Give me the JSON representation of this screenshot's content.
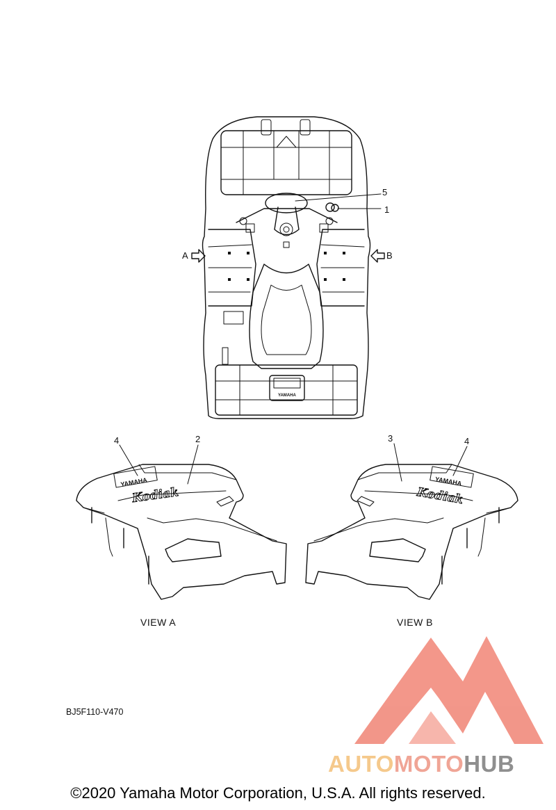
{
  "callouts": {
    "c1": "1",
    "c2": "2",
    "c3": "3",
    "c4a": "4",
    "c4b": "4",
    "c5": "5"
  },
  "arrows": {
    "a": "A",
    "b": "B"
  },
  "views": {
    "view_a": "VIEW A",
    "view_b": "VIEW B"
  },
  "decals": {
    "brand_left": "YAMAHA",
    "brand_right": "YAMAHA",
    "model_left": "Kodiak",
    "model_right": "Kodiak",
    "rear_brand": "YAMAHA"
  },
  "drawing_code": "BJ5F110-V470",
  "watermark": {
    "auto": "AUTO",
    "moto": "MOTO",
    "hub": "HUB",
    "colors": {
      "auto": "#f5c98c",
      "moto": "#f0a596",
      "hub": "#8f8f8f",
      "logo": "#f08070"
    }
  },
  "copyright": "©2020 Yamaha Motor Corporation, U.S.A. All rights reserved."
}
